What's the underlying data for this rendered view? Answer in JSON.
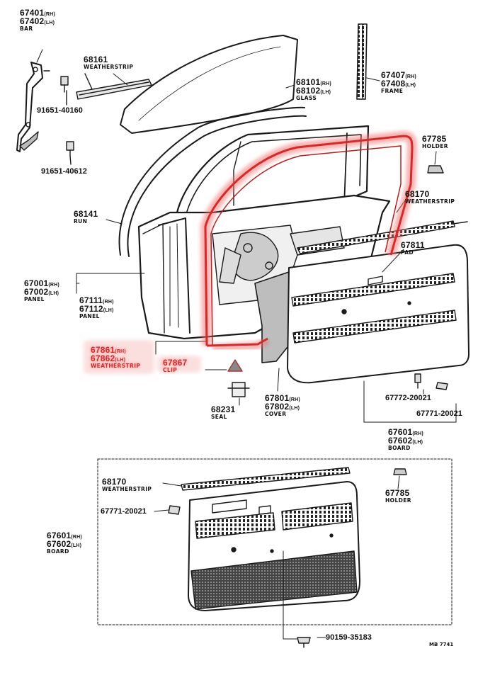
{
  "parts": {
    "p67401": {
      "num1": "67401",
      "side1": "(RH)",
      "num2": "67402",
      "side2": "(LH)",
      "name": "BAR"
    },
    "p68161": {
      "num": "68161",
      "name": "WEATHERSTRIP"
    },
    "p91651_40160": {
      "num": "91651-40160"
    },
    "p91651_40612": {
      "num": "91651-40612"
    },
    "p68101": {
      "num1": "68101",
      "side1": "(RH)",
      "num2": "68102",
      "side2": "(LH)",
      "name": "GLASS"
    },
    "p67407": {
      "num1": "67407",
      "side1": "(RH)",
      "num2": "67408",
      "side2": "(LH)",
      "name": "FRAME"
    },
    "p67785a": {
      "num": "67785",
      "name": "HOLDER"
    },
    "p68170a": {
      "num": "68170",
      "name": "WEATHERSTRIP"
    },
    "p68141": {
      "num": "68141",
      "name": "RUN"
    },
    "p67811": {
      "num": "67811",
      "name": "PAD"
    },
    "p67001": {
      "num1": "67001",
      "side1": "(RH)",
      "num2": "67002",
      "side2": "(LH)",
      "name": "PANEL"
    },
    "p67111": {
      "num1": "67111",
      "side1": "(RH)",
      "num2": "67112",
      "side2": "(LH)",
      "name": "PANEL"
    },
    "p67861": {
      "num1": "67861",
      "side1": "(RH)",
      "num2": "67862",
      "side2": "(LH)",
      "name": "WEATHERSTRIP"
    },
    "p67867": {
      "num": "67867",
      "name": "CLIP"
    },
    "p68231": {
      "num": "68231",
      "name": "SEAL"
    },
    "p67801": {
      "num1": "67801",
      "side1": "(RH)",
      "num2": "67802",
      "side2": "(LH)",
      "name": "COVER"
    },
    "p67772": {
      "num": "67772-20021"
    },
    "p67771a": {
      "num": "67771-20021"
    },
    "p67601a": {
      "num1": "67601",
      "side1": "(RH)",
      "num2": "67602",
      "side2": "(LH)",
      "name": "BOARD"
    },
    "p68170b": {
      "num": "68170",
      "name": "WEATHERSTRIP"
    },
    "p67785b": {
      "num": "67785",
      "name": "HOLDER"
    },
    "p67771b": {
      "num": "67771-20021"
    },
    "p67601b": {
      "num1": "67601",
      "side1": "(RH)",
      "num2": "67602",
      "side2": "(LH)",
      "name": "BOARD"
    },
    "p90159": {
      "num": "90159-35183"
    }
  },
  "figure_code": "MB 7741",
  "colors": {
    "ink": "#1a1a1a",
    "highlight": "#e03a3a",
    "highlight_glow": "#f07070"
  }
}
